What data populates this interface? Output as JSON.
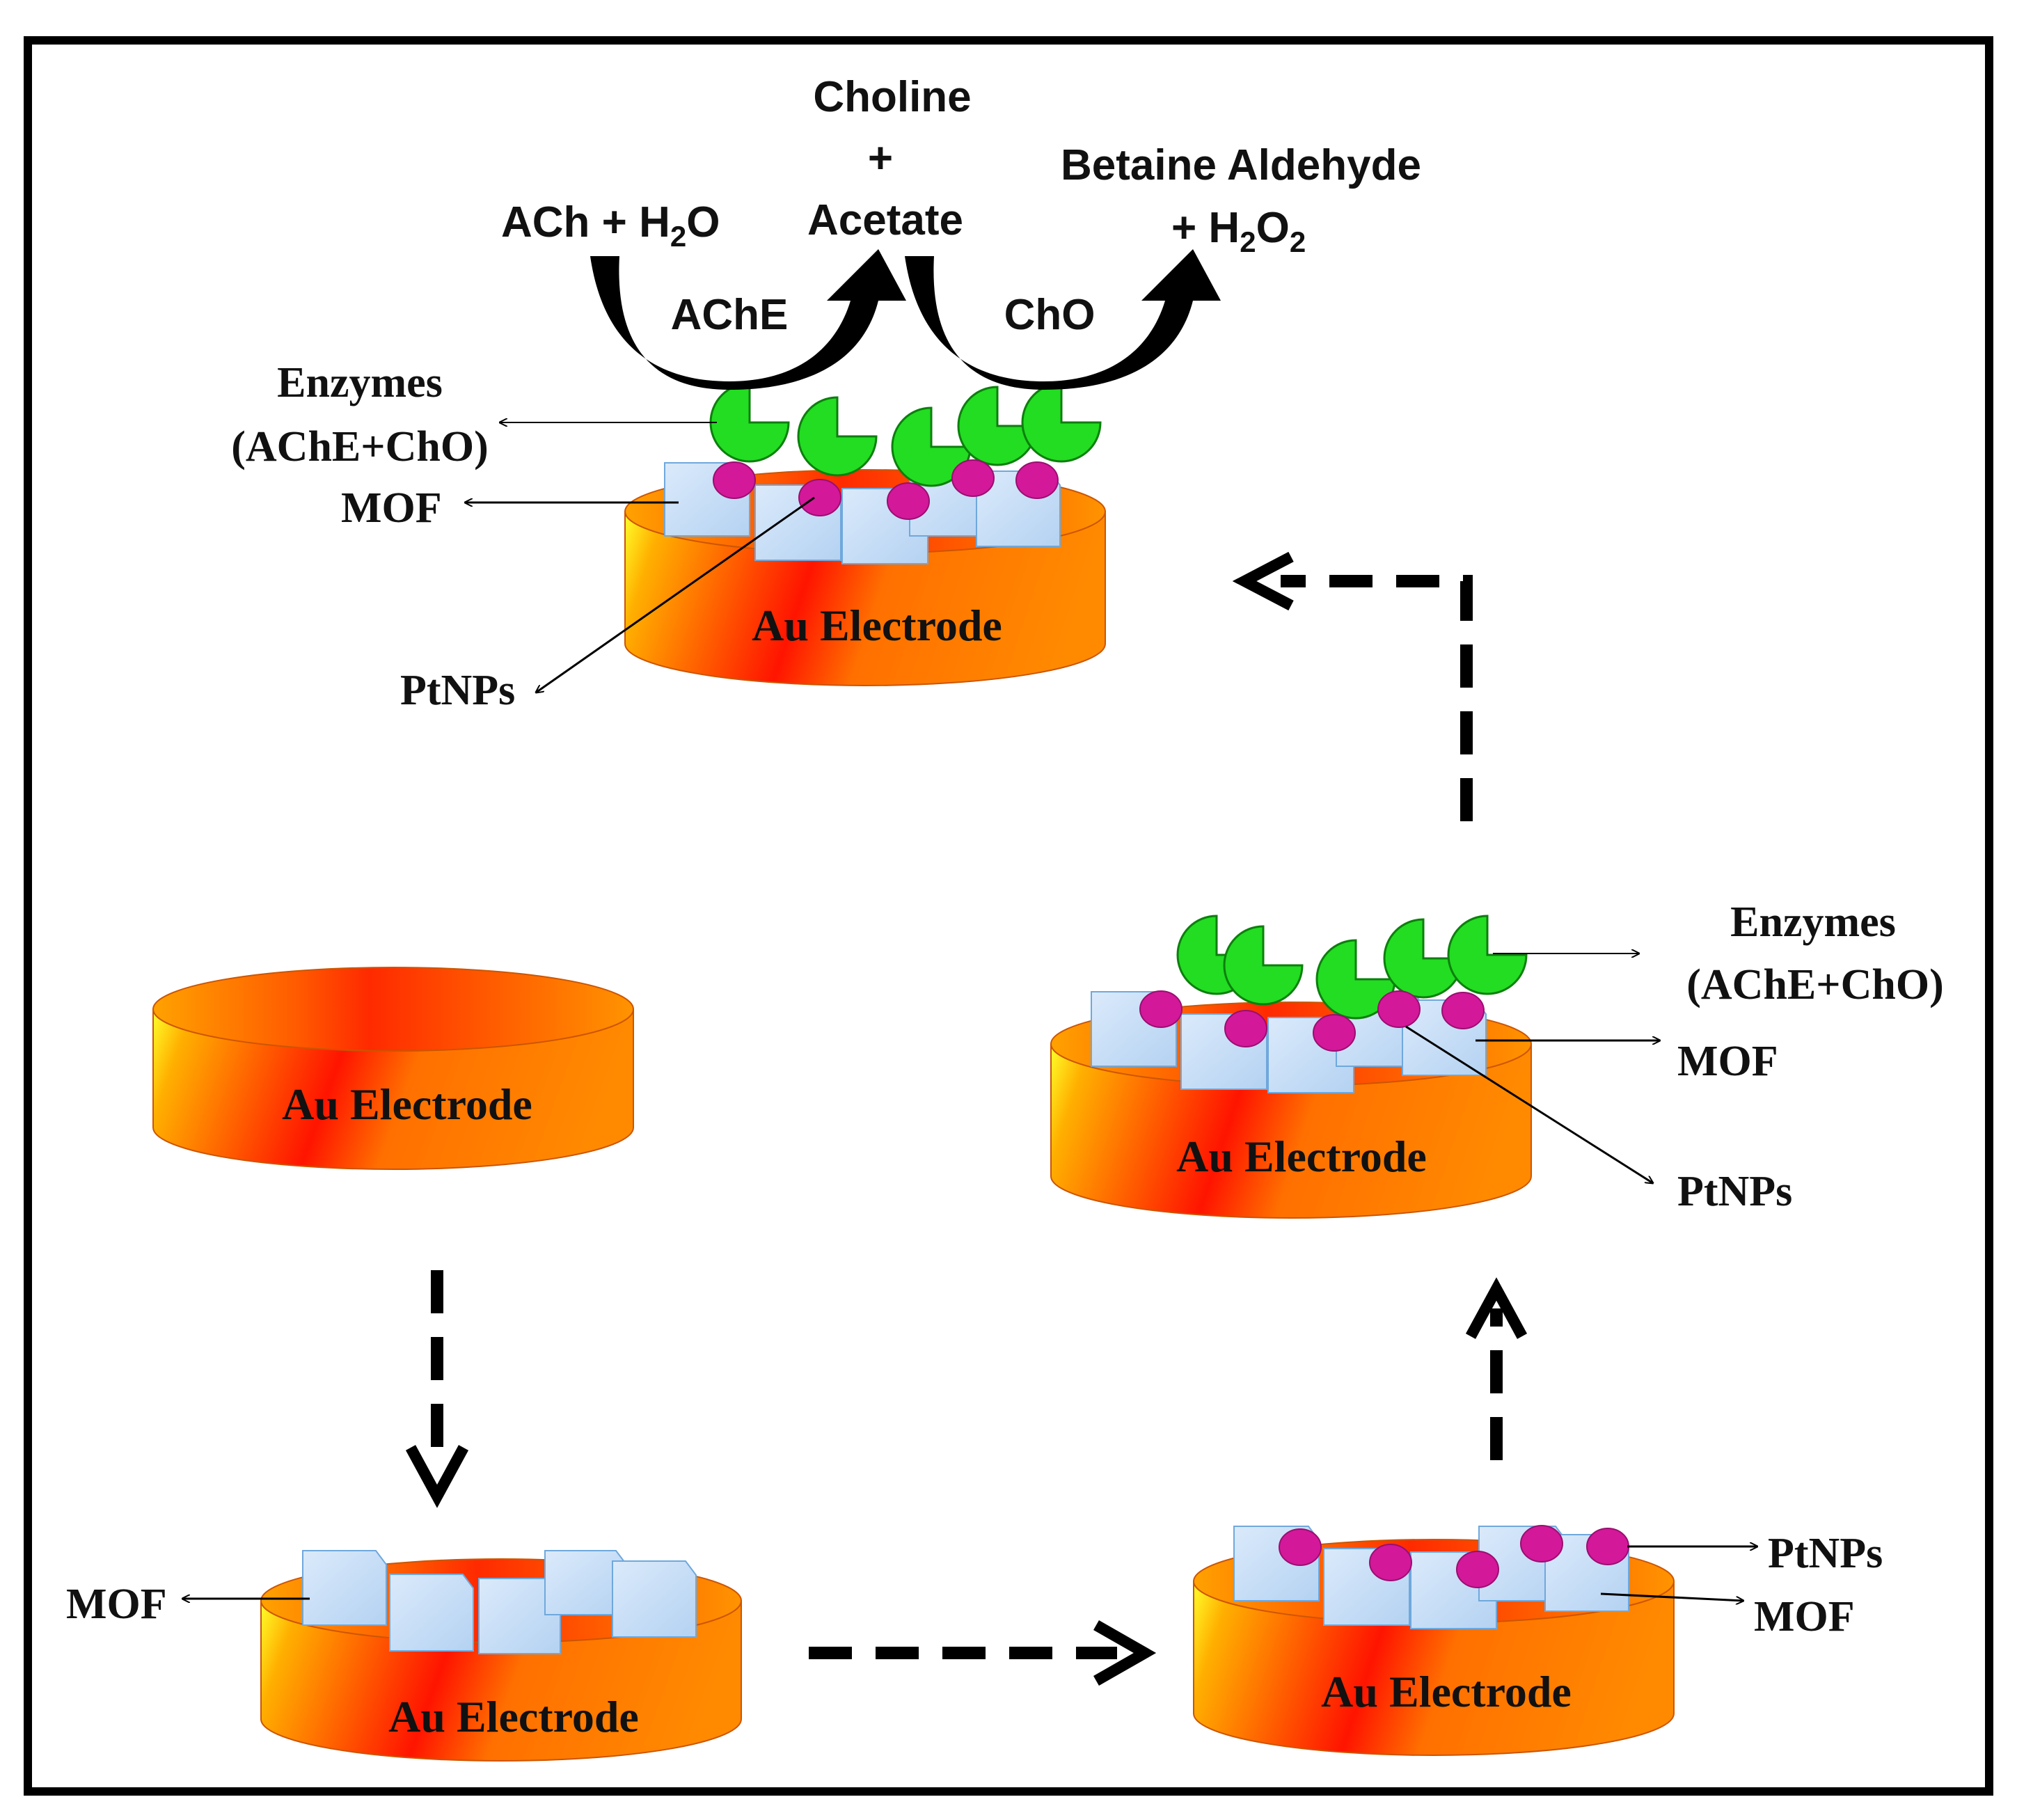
{
  "electrode_label": "Au Electrode",
  "labels": {
    "enzymes_line1": "Enzymes",
    "enzymes_line2": "(AChE+ChO)",
    "mof": "MOF",
    "ptnps": "PtNPs"
  },
  "reaction": {
    "reactant_prefix": "ACh + H",
    "reactant_sub": "2",
    "reactant_suffix": "O",
    "intermediate_line1": "Choline",
    "intermediate_plus": "+",
    "intermediate_line2": "Acetate",
    "product_line1": "Betaine Aldehyde",
    "product_line2_prefix": "+ H",
    "product_line2_sub1": "2",
    "product_line2_mid": "O",
    "product_line2_sub2": "2",
    "enzyme1": "AChE",
    "enzyme2": "ChO"
  },
  "colors": {
    "electrode_gradient": [
      "#ffff2a",
      "#ff8c00",
      "#ff1a00",
      "#ff7a00",
      "#ff8c00"
    ],
    "mof_fill": "#c9e0f7",
    "ptnp_fill": "#d4189a",
    "enzyme_fill": "#22dd22",
    "arrow": "#000000"
  }
}
